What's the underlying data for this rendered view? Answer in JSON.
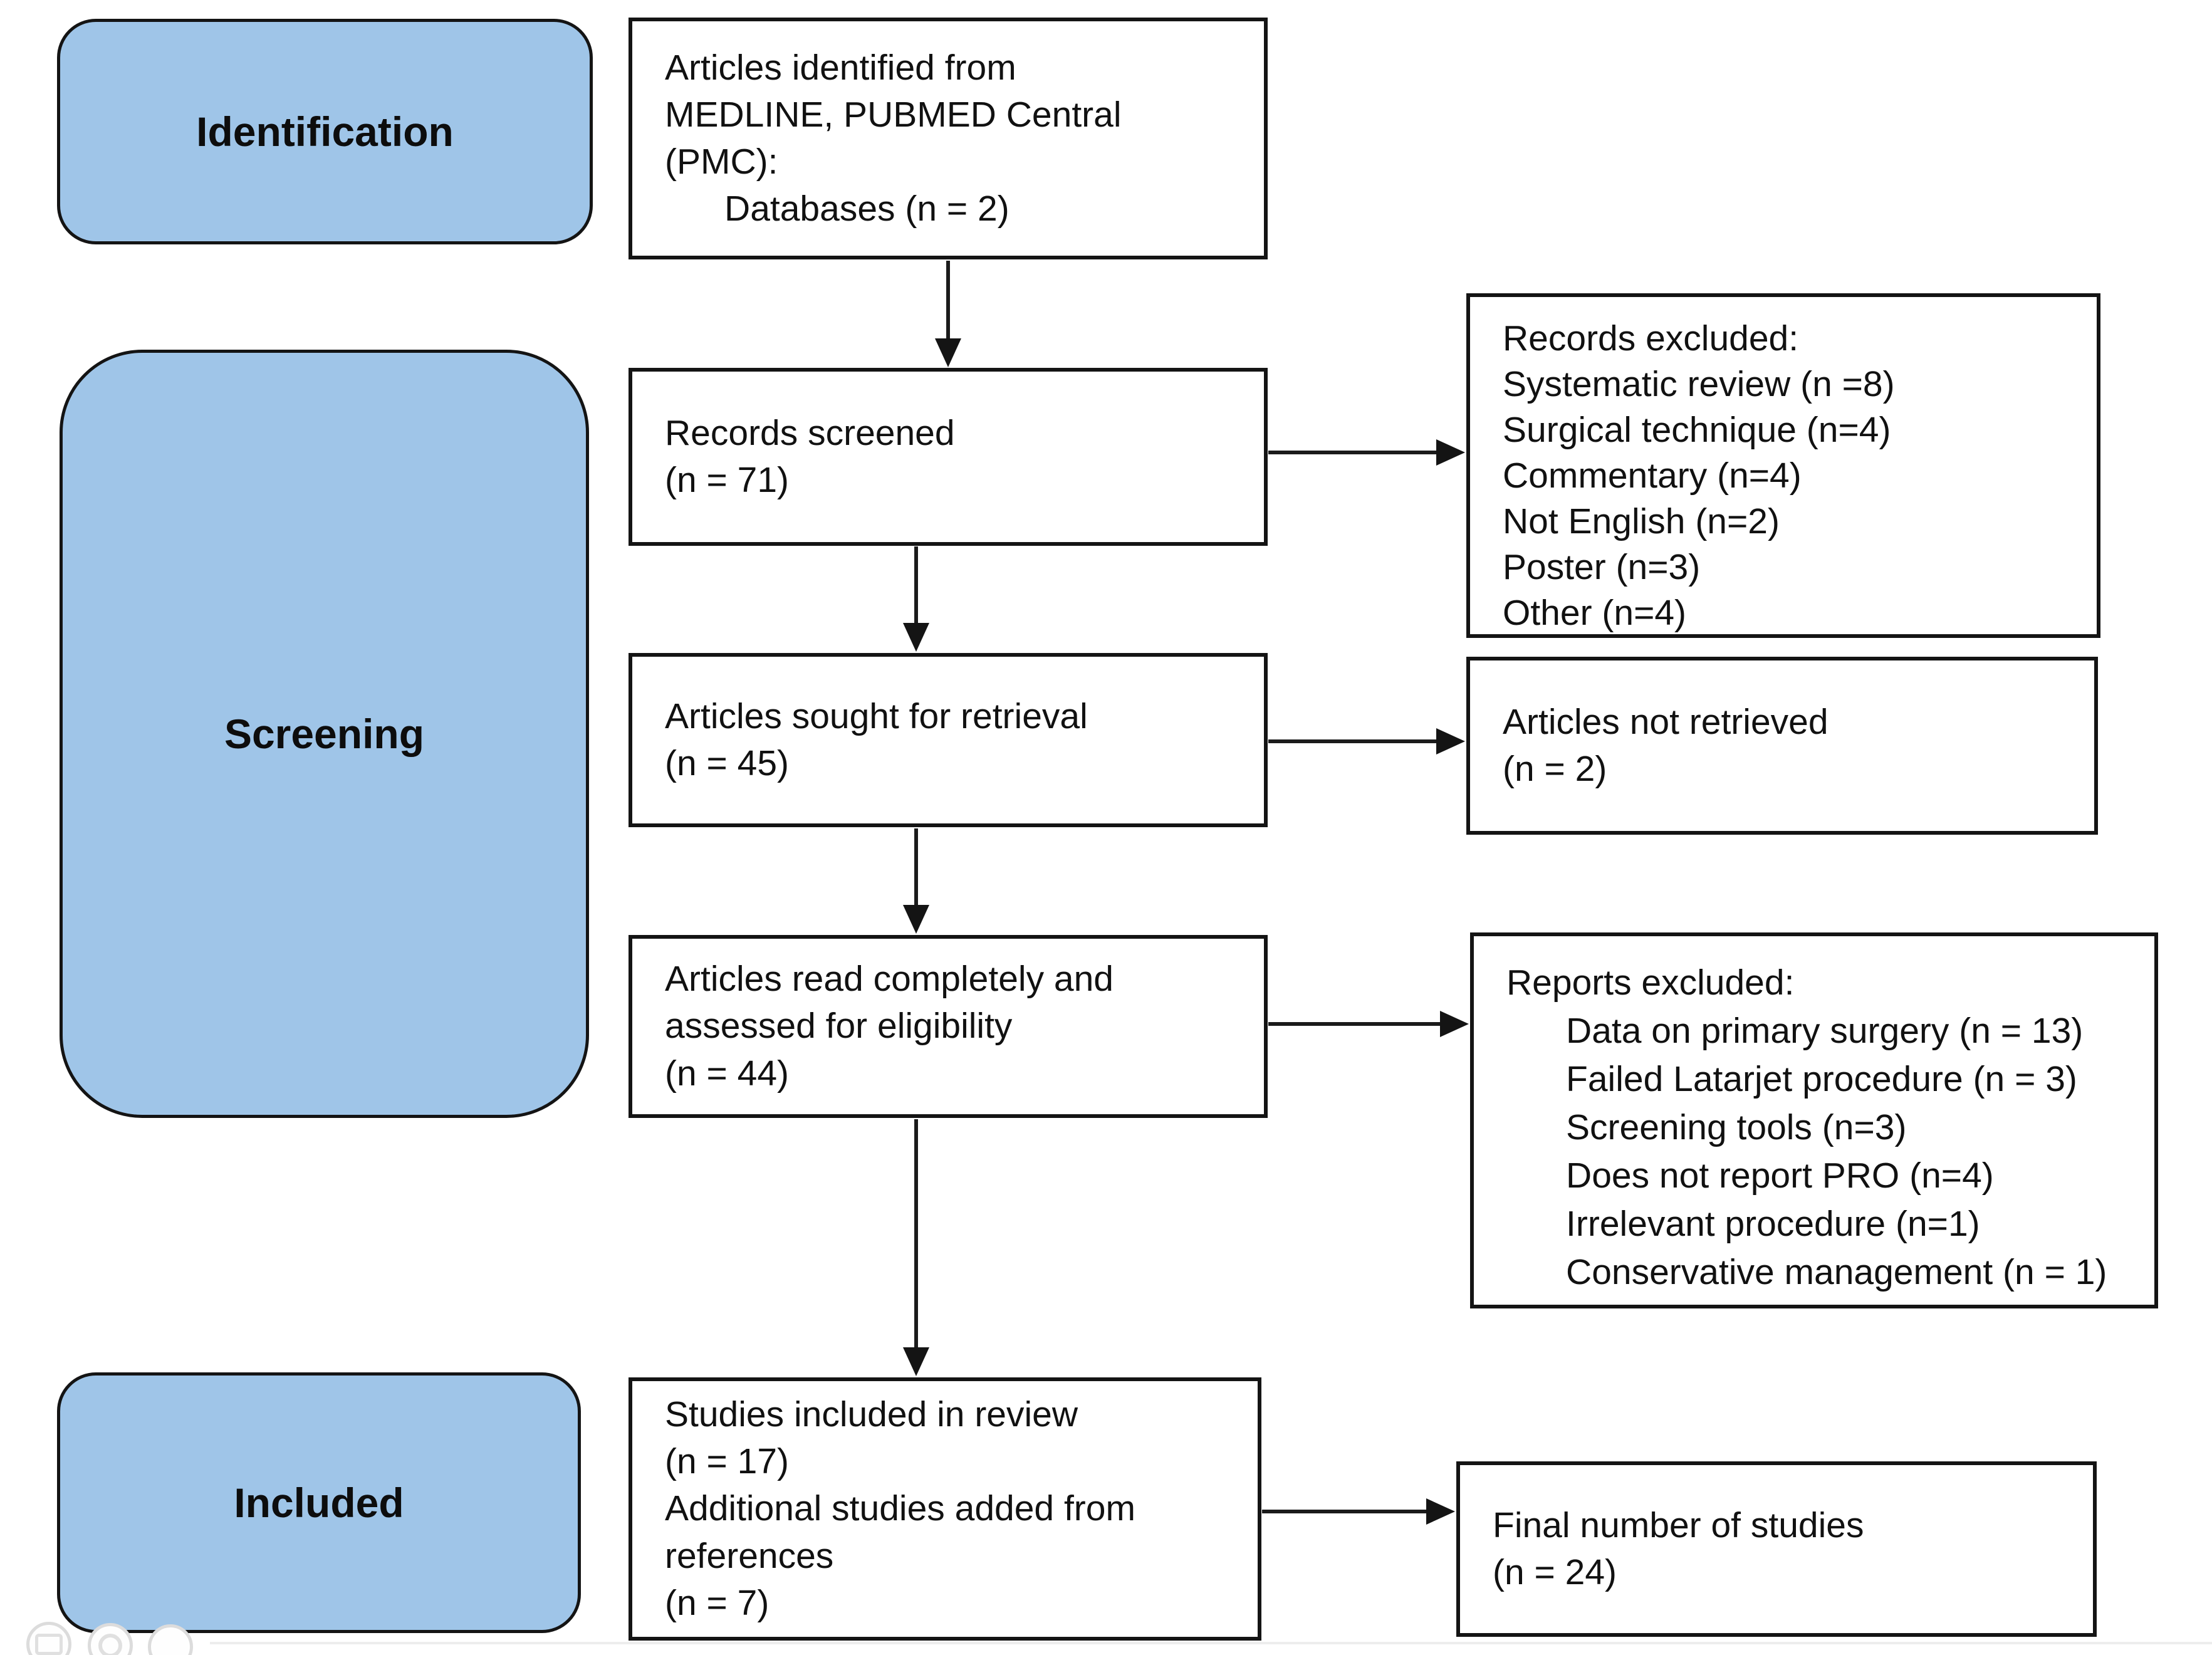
{
  "figure": {
    "stages": {
      "identification": "Identification",
      "screening": "Screening",
      "included": "Included"
    },
    "nodes": {
      "identified": {
        "lines": [
          "Articles identified from",
          "MEDLINE, PUBMED Central",
          "(PMC):",
          "      Databases (n = 2)"
        ]
      },
      "records_screened": {
        "lines": [
          "Records screened",
          "(n = 71)"
        ]
      },
      "records_excluded": {
        "lines": [
          "Records excluded:",
          "Systematic review (n =8)",
          "Surgical technique (n=4)",
          "Commentary (n=4)",
          "Not English (n=2)",
          "Poster (n=3)",
          "Other (n=4)"
        ]
      },
      "articles_sought": {
        "lines": [
          "Articles sought for retrieval",
          "(n = 45)"
        ]
      },
      "articles_not_retrieved": {
        "lines": [
          "Articles not retrieved",
          "(n = 2)"
        ]
      },
      "articles_read": {
        "lines": [
          "Articles read completely and",
          "assessed for eligibility",
          "(n = 44)"
        ]
      },
      "reports_excluded": {
        "lines": [
          "Reports excluded:",
          "      Data on primary surgery (n = 13)",
          "      Failed Latarjet procedure (n = 3)",
          "      Screening tools (n=3)",
          "      Does not report PRO (n=4)",
          "      Irrelevant procedure (n=1)",
          "      Conservative management (n = 1)"
        ]
      },
      "studies_included": {
        "lines": [
          "Studies included in review",
          "(n = 17)",
          "Additional studies added from",
          "references",
          "(n = 7)"
        ]
      },
      "final_studies": {
        "lines": [
          "Final number of studies",
          "(n = 24)"
        ]
      }
    },
    "colors": {
      "stage_fill": "#9fc5e8",
      "box_border": "#141414",
      "text": "#111111"
    }
  }
}
